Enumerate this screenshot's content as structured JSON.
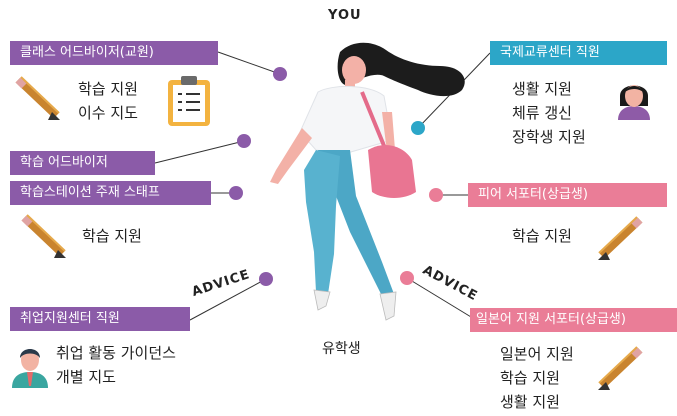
{
  "center": {
    "title": "YOU",
    "caption": "유학생"
  },
  "advice": {
    "left": "ADVICE",
    "right": "ADVICE"
  },
  "left": [
    {
      "label": "클래스 어드바이저(교원)",
      "lines": [
        "학습 지원",
        "이수 지도"
      ]
    },
    {
      "label": "학습 어드바이저",
      "lines": []
    },
    {
      "label": "학습스테이션 주재 스태프",
      "lines": [
        "학습 지원"
      ]
    },
    {
      "label": "취업지원센터 직원",
      "lines": [
        "취업 활동 가이던스",
        "개별 지도"
      ]
    }
  ],
  "right": [
    {
      "label": "국제교류센터 직원",
      "lines": [
        "생활 지원",
        "체류 갱신",
        "장학생 지원"
      ]
    },
    {
      "label": "피어 서포터(상급생)",
      "lines": [
        "학습 지원"
      ]
    },
    {
      "label": "일본어 지원 서포터(상급생)",
      "lines": [
        "일본어 지원",
        "학습 지원",
        "생활 지원"
      ]
    }
  ],
  "colors": {
    "purple": "#8b5ba8",
    "blue": "#2ca6c8",
    "pink": "#ea7d97"
  },
  "icons": [
    "pencil-icon",
    "clipboard-icon",
    "woman-staff-icon",
    "man-staff-icon",
    "student-figure"
  ]
}
